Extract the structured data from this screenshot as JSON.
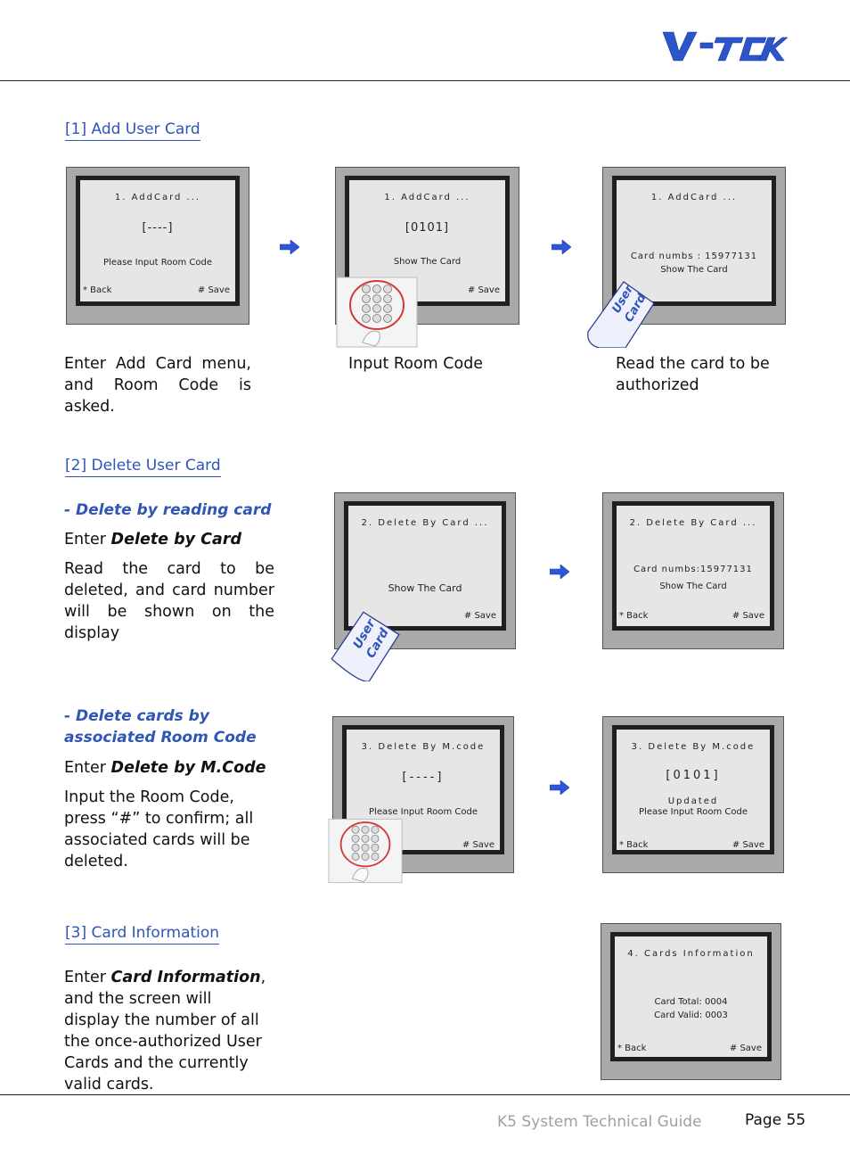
{
  "header": {
    "logo_text": "V-TCK"
  },
  "sections": {
    "add": {
      "title": "[1] Add User Card",
      "screens": [
        {
          "line1": "1. AddCard ...",
          "code": "[----]",
          "msg": "Please Input Room Code",
          "back": "* Back",
          "save": "# Save"
        },
        {
          "line1": "1. AddCard ...",
          "code": "[0101]",
          "msg": "Show The Card",
          "back": "",
          "save": "# Save"
        },
        {
          "line1": "1. AddCard ...",
          "numbs": "Card numbs : 15977131",
          "msg": "Show The Card"
        }
      ],
      "captions": [
        "Enter Add Card menu, and Room Code is asked.",
        "Input Room Code",
        "Read the card to be authorized"
      ]
    },
    "delete": {
      "title": "[2] Delete User Card",
      "by_card": {
        "subtitle": "- Delete by reading card",
        "enter_prefix": "Enter ",
        "enter_bold": "Delete by Card",
        "desc": "Read the card to be deleted, and card number will be shown on the display",
        "screens": [
          {
            "line1": "2. Delete By Card ...",
            "msg": "Show The Card",
            "save": "# Save"
          },
          {
            "line1": "2. Delete By Card ...",
            "numbs": "Card numbs:15977131",
            "msg": "Show The Card",
            "back": "* Back",
            "save": "# Save"
          }
        ]
      },
      "by_code": {
        "subtitle": "- Delete cards by associated Room Code",
        "enter_prefix": "Enter ",
        "enter_bold": "Delete by M.Code",
        "desc": "Input the Room Code, press “#” to confirm; all associated cards will be deleted.",
        "screens": [
          {
            "line1": "3. Delete By M.code",
            "code": "[----]",
            "msg": "Please Input Room Code",
            "save": "# Save"
          },
          {
            "line1": "3. Delete By M.code",
            "code": "[0101]",
            "updated": "Updated",
            "msg": "Please Input Room Code",
            "back": "* Back",
            "save": "# Save"
          }
        ]
      }
    },
    "info": {
      "title": "[3] Card Information",
      "enter_prefix": "Enter ",
      "enter_bold": "Card Information",
      "desc": ", and the screen will display the number of all the once-authorized User Cards and the currently valid cards.",
      "screen": {
        "line1": "4. Cards Information",
        "total": "Card Total: 0004",
        "valid": "Card Valid: 0003",
        "back": "* Back",
        "save": "# Save"
      }
    }
  },
  "card_label": [
    "User",
    "Card"
  ],
  "footer": {
    "guide": "K5 System Technical Guide",
    "page": "Page 55"
  },
  "colors": {
    "accent": "#2e55b7",
    "arrow": "#2f56d9",
    "card": "#eef0fb"
  }
}
